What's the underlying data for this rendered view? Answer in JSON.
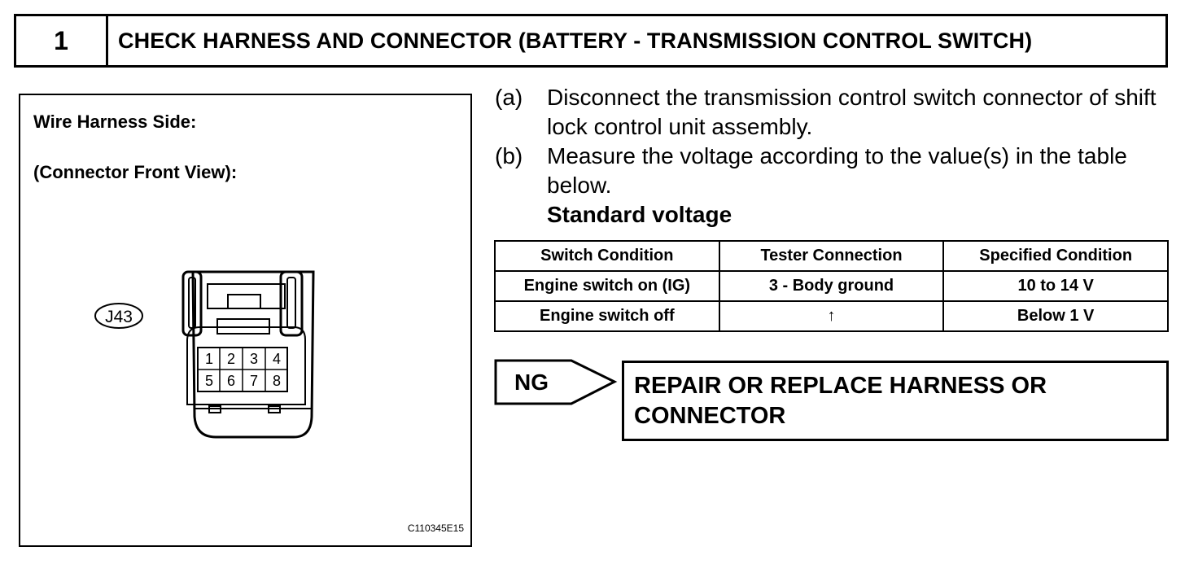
{
  "header": {
    "step_number": "1",
    "title": "CHECK HARNESS AND CONNECTOR (BATTERY - TRANSMISSION CONTROL SWITCH)"
  },
  "figure": {
    "label_side": "Wire Harness Side:",
    "label_view": "(Connector Front View):",
    "connector_id": "J43",
    "pins": [
      "1",
      "2",
      "3",
      "4",
      "5",
      "6",
      "7",
      "8"
    ],
    "code": "C110345E15"
  },
  "instructions": [
    {
      "letter": "(a)",
      "text": "Disconnect the transmission control switch connector of shift lock control unit assembly."
    },
    {
      "letter": "(b)",
      "text": "Measure the voltage according to the value(s) in the table below."
    }
  ],
  "standard_voltage_label": "Standard voltage",
  "table": {
    "headers": [
      "Switch Condition",
      "Tester Connection",
      "Specified Condition"
    ],
    "rows": [
      [
        "Engine switch on (IG)",
        "3 - Body ground",
        "10 to 14 V"
      ],
      [
        "Engine switch off",
        "↑",
        "Below 1 V"
      ]
    ]
  },
  "ng_result": {
    "label": "NG",
    "action_line1": "REPAIR OR REPLACE HARNESS OR",
    "action_line2": "CONNECTOR"
  }
}
